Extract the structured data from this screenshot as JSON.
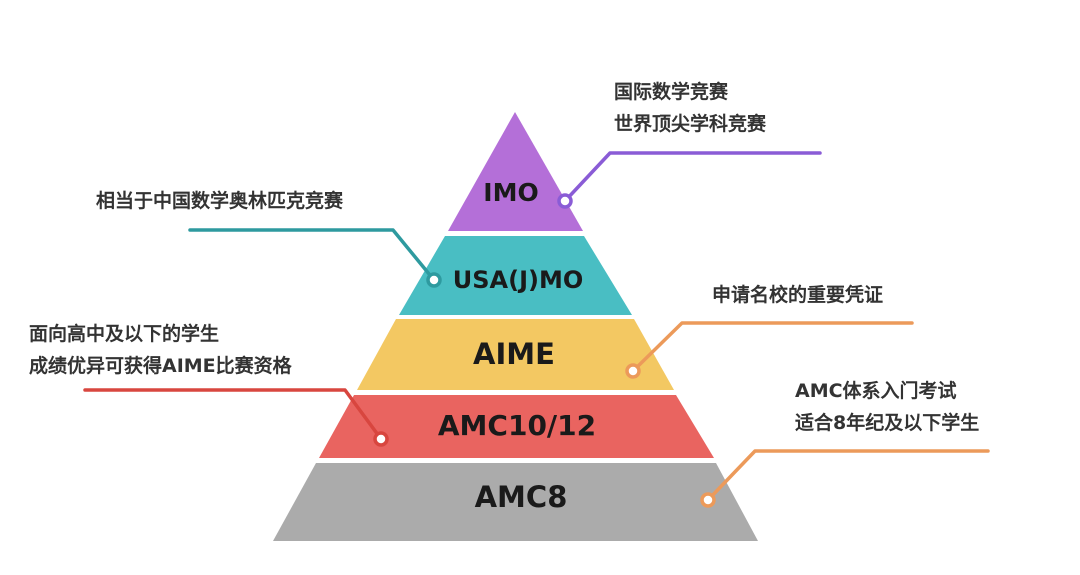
{
  "tiers": [
    {
      "label": "IMO",
      "color": "#b46fd8"
    },
    {
      "label": "USA(J)MO",
      "color": "#49bec3"
    },
    {
      "label": "AIME",
      "color": "#f3c862"
    },
    {
      "label": "AMC10/12",
      "color": "#e96460"
    },
    {
      "label": "AMC8",
      "color": "#ababab"
    }
  ],
  "annotations": {
    "imo": {
      "lines": [
        "国际数学竞赛",
        "世界顶尖学科竞赛"
      ],
      "color": "#8a5cd6"
    },
    "usajmo": {
      "lines": [
        "相当于中国数学奥林匹克竞赛"
      ],
      "color": "#2e9a9f"
    },
    "aime": {
      "lines": [
        "申请名校的重要凭证"
      ],
      "color": "#ec9a5a"
    },
    "amc1012": {
      "lines": [
        "面向高中及以下的学生",
        "成绩优异可获得AIME比赛资格"
      ],
      "color": "#d8463f"
    },
    "amc8": {
      "lines": [
        "AMC体系入门考试",
        "适合8年纪及以下学生"
      ],
      "color": "#ec9a5a"
    }
  }
}
